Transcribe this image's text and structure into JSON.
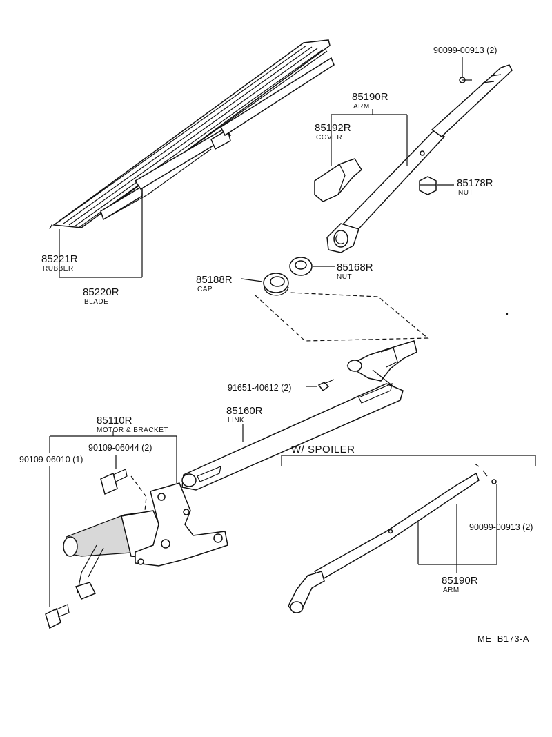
{
  "labels": {
    "bolt_top": {
      "part_no": "90099-00913 (2)"
    },
    "arm": {
      "part_no": "85190R",
      "name": "ARM"
    },
    "cover": {
      "part_no": "85192R",
      "name": "COVER"
    },
    "nut_178": {
      "part_no": "85178R",
      "name": "NUT"
    },
    "rubber": {
      "part_no": "85221R",
      "name": "RUBBER"
    },
    "blade": {
      "part_no": "85220R",
      "name": "BLADE"
    },
    "cap": {
      "part_no": "85188R",
      "name": "CAP"
    },
    "nut_168": {
      "part_no": "85168R",
      "name": "NUT"
    },
    "screw_link": {
      "part_no": "91651-40612 (2)"
    },
    "link": {
      "part_no": "85160R",
      "name": "LINK"
    },
    "motor": {
      "part_no": "85110R",
      "name": "MOTOR & BRACKET"
    },
    "bolt_motor_a": {
      "part_no": "90109-06044 (2)"
    },
    "bolt_motor_b": {
      "part_no": "90109-06010 (1)"
    },
    "spoiler_header": "W/ SPOILER",
    "bolt_spoiler": {
      "part_no": "90099-00913 (2)"
    },
    "arm_spoiler": {
      "part_no": "85190R",
      "name": "ARM"
    }
  },
  "reference_code": "ME  B173-A"
}
